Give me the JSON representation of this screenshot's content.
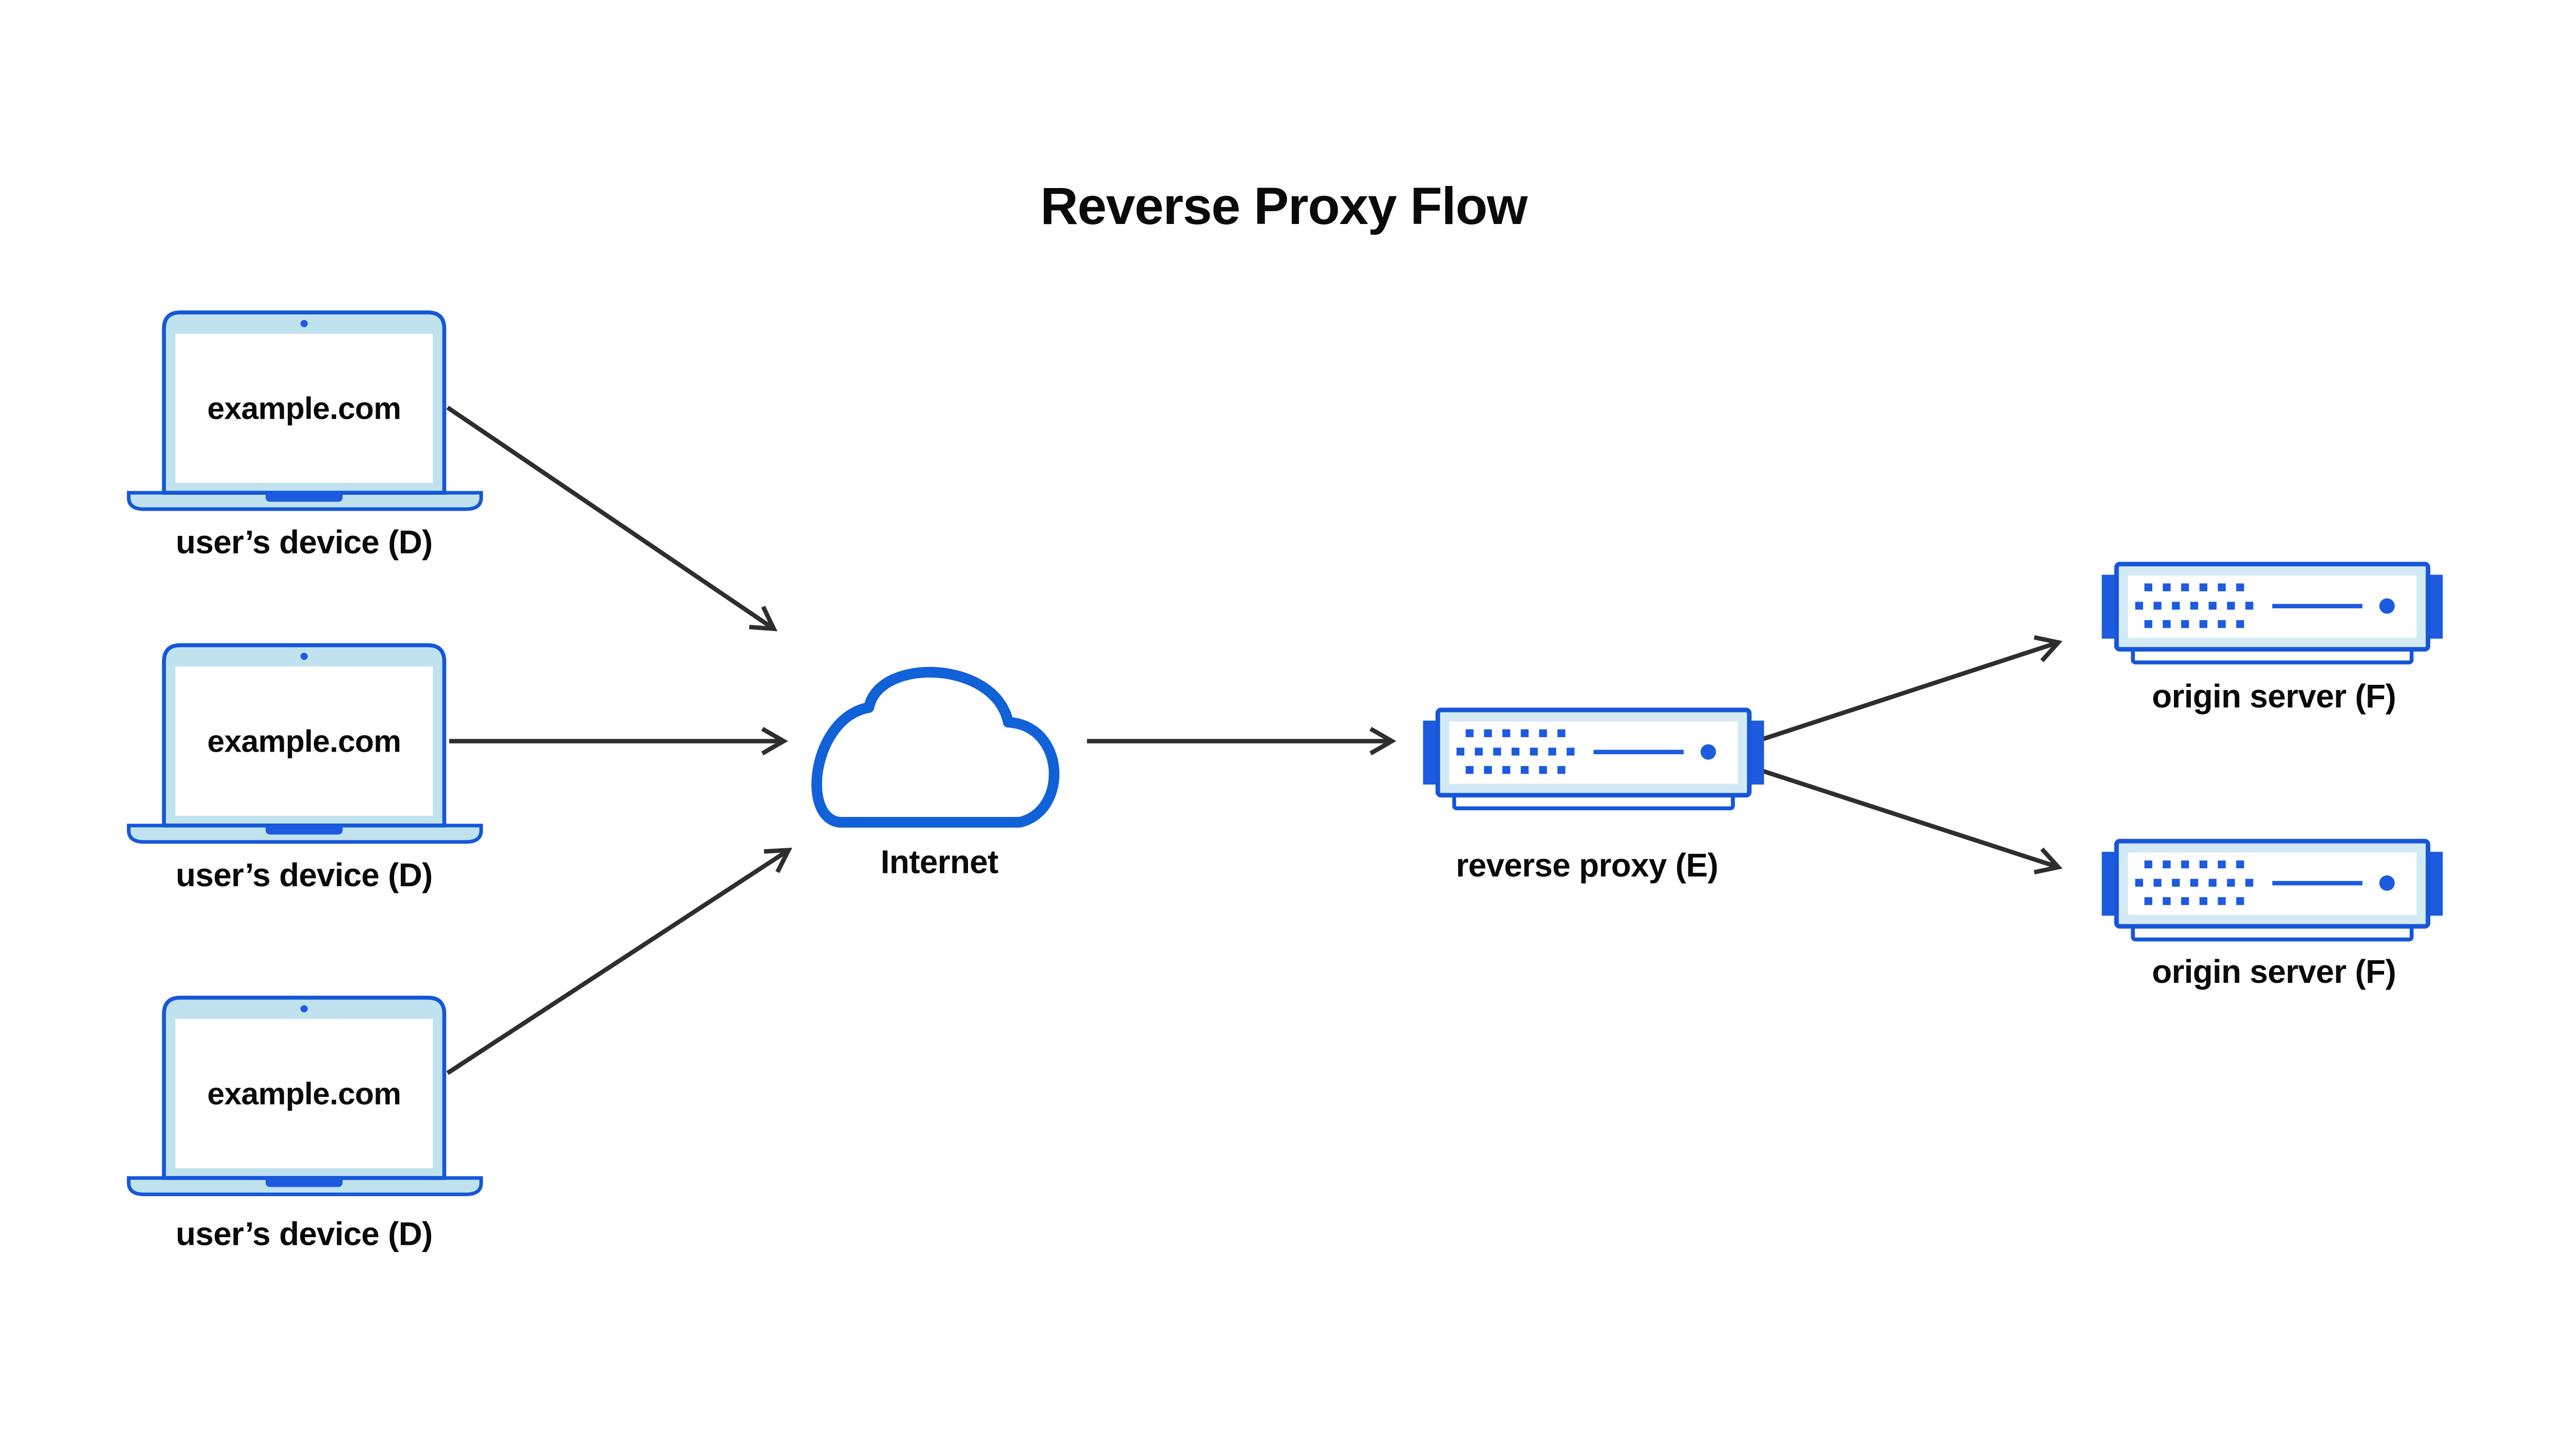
{
  "title": "Reverse Proxy Flow",
  "devices": [
    {
      "screen_text": "example.com",
      "label": "user’s device (D)"
    },
    {
      "screen_text": "example.com",
      "label": "user’s device (D)"
    },
    {
      "screen_text": "example.com",
      "label": "user’s device (D)"
    }
  ],
  "internet": {
    "label": "Internet"
  },
  "reverse_proxy": {
    "label": "reverse proxy (E)"
  },
  "origin_servers": [
    {
      "label": "origin server (F)"
    },
    {
      "label": "origin server (F)"
    }
  ],
  "colors": {
    "primary_blue": "#1657d8",
    "accent_blue": "#1c5be0",
    "cloud_blue": "#1161d9",
    "light_blue_laptop": "#bfe2ee",
    "light_blue_server": "#d3eaf5",
    "arrow": "#2e2e2e",
    "text": "#0a0a0a",
    "background": "#ffffff"
  }
}
